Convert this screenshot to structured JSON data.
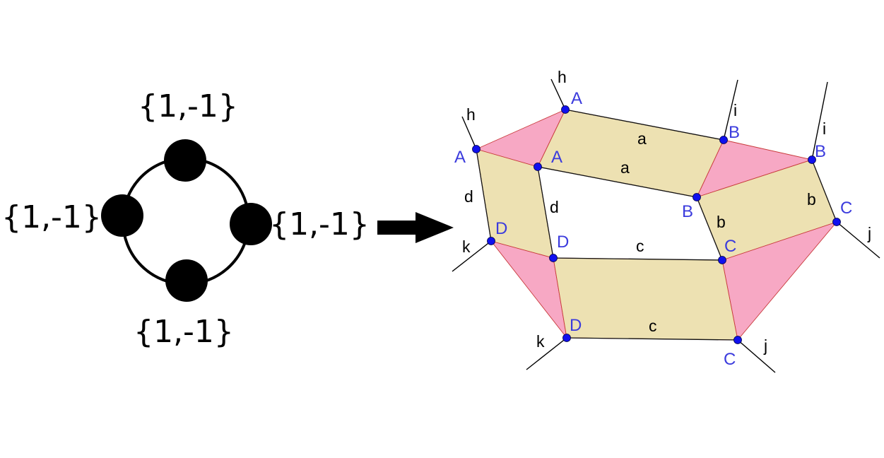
{
  "left_graph": {
    "node_labels": {
      "top": "{1,-1}",
      "left": "{1,-1}",
      "right": "{1,-1}",
      "bottom": "{1,-1}"
    },
    "node_color": "#000000"
  },
  "arrow": {
    "icon": "right-arrow-icon"
  },
  "right_diagram": {
    "colors": {
      "triangle_fill": "#f7a8c4",
      "quad_fill": "#ede1b2",
      "vertex_color": "#1010ee",
      "vertex_label_color": "#3b3bdd"
    },
    "edge_labels": {
      "h_top": "h",
      "h_left": "h",
      "i_inner": "i",
      "i_outer": "i",
      "j_outer": "j",
      "j_bottom": "j",
      "k_left": "k",
      "k_bottom": "k",
      "a_outer": "a",
      "a_inner": "a",
      "b_inner": "b",
      "b_outer": "b",
      "c_inner": "c",
      "c_outer": "c",
      "d_outer": "d",
      "d_inner": "d"
    },
    "vertex_labels": {
      "A_top": "A",
      "A_left": "A",
      "A_inner": "A",
      "B_top": "B",
      "B_right": "B",
      "B_inner": "B",
      "C_right": "C",
      "C_inner": "C",
      "C_bottom": "C",
      "D_left": "D",
      "D_inner": "D",
      "D_bottom": "D"
    }
  }
}
